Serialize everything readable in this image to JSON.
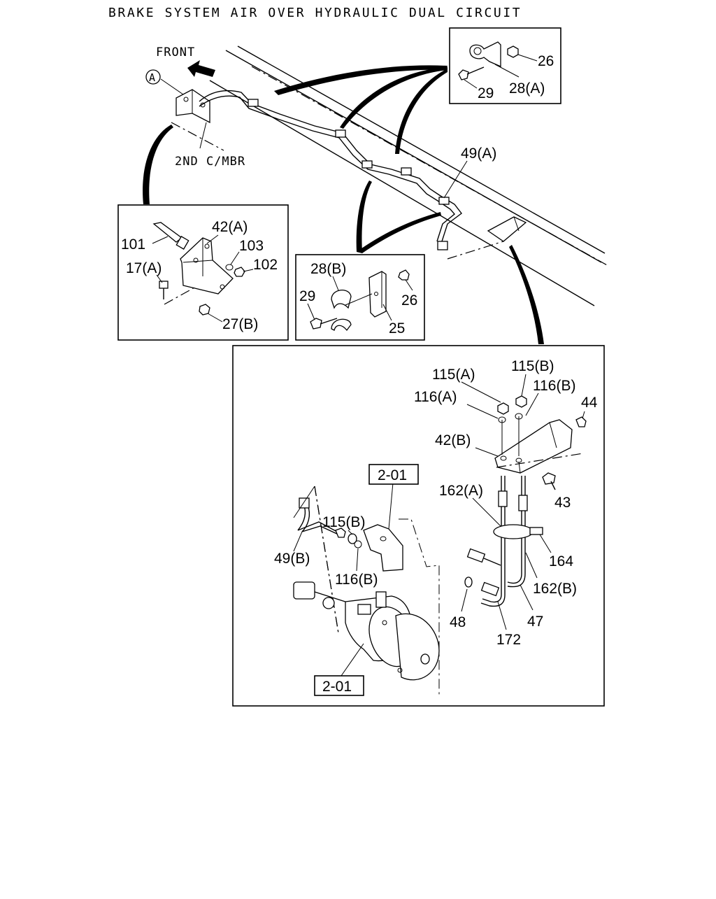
{
  "title": "BRAKE SYSTEM AIR OVER HYDRAULIC DUAL CIRCUIT",
  "direction_label": "FRONT",
  "ref_marker": "A",
  "member_label": "2ND C/MBR",
  "callouts": {
    "c26_top": "26",
    "c28a_top": "28(A)",
    "c29_top": "29",
    "c49a": "49(A)",
    "c101": "101",
    "c42a": "42(A)",
    "c103": "103",
    "c17a": "17(A)",
    "c102": "102",
    "c27b": "27(B)",
    "c28b": "28(B)",
    "c29_mid": "29",
    "c26_mid": "26",
    "c25": "25",
    "c115a": "115(A)",
    "c115b_top": "115(B)",
    "c116a": "116(A)",
    "c116b_top": "116(B)",
    "c44": "44",
    "c42b": "42(B)",
    "c43": "43",
    "c162a": "162(A)",
    "c115b_mid": "115(B)",
    "c49b": "49(B)",
    "c116b_mid": "116(B)",
    "c164": "164",
    "c162b": "162(B)",
    "c48": "48",
    "c47": "47",
    "c172": "172"
  },
  "section_refs": {
    "upper": "2-01",
    "lower": "2-01"
  }
}
